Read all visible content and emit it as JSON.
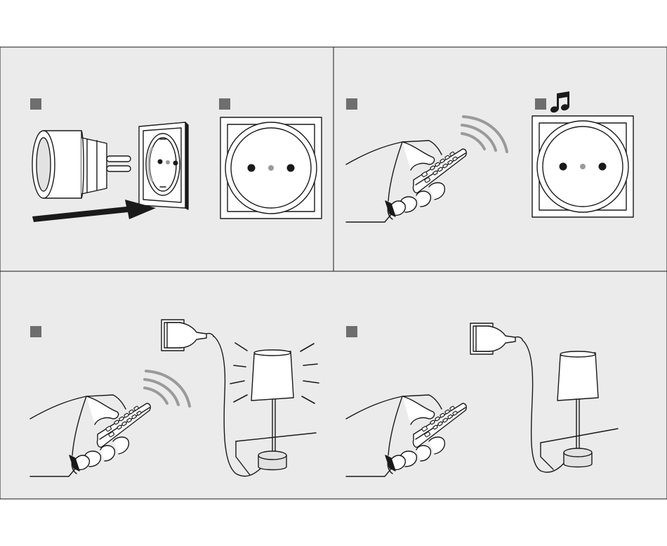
{
  "figure": {
    "panel_fill": "#ebebeb",
    "line_color": "#1a1a1a",
    "paper_color": "#ffffff",
    "inactive_dot_color": "#9a9a9a",
    "marker_color": "#6e6e6e",
    "panels": [
      {
        "id": "panel-1",
        "steps": [
          {
            "id": "step-1",
            "marker": "gray-square",
            "depicts": [
              "socket-adapter-plug",
              "wall-socket",
              "insert-arrow-icon"
            ]
          },
          {
            "id": "step-2",
            "marker": "gray-square",
            "depicts": [
              "adapter-front-socket"
            ]
          }
        ]
      },
      {
        "id": "panel-2",
        "steps": [
          {
            "id": "step-3",
            "marker": "gray-square",
            "depicts": [
              "hand-holding-remote",
              "signal-waves-icon"
            ]
          },
          {
            "id": "step-4",
            "marker": "gray-square",
            "depicts": [
              "music-note-icon",
              "adapter-front-socket"
            ]
          }
        ]
      },
      {
        "id": "panel-3",
        "steps": [
          {
            "id": "step-5",
            "marker": "gray-square",
            "depicts": [
              "hand-holding-remote",
              "signal-waves-icon",
              "wall-adapter",
              "table-lamp-lit",
              "light-rays-icon"
            ]
          }
        ]
      },
      {
        "id": "panel-4",
        "steps": [
          {
            "id": "step-6",
            "marker": "gray-square",
            "depicts": [
              "hand-holding-remote",
              "wall-adapter",
              "table-lamp-off"
            ]
          }
        ]
      }
    ]
  }
}
